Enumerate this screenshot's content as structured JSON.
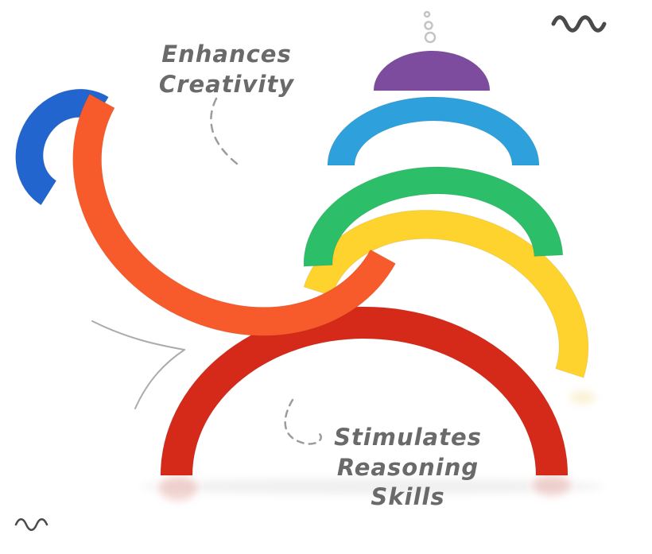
{
  "labels": {
    "creativity": {
      "line1": "Enhances",
      "line2": "Creativity"
    },
    "reasoning": {
      "line1": "Stimulates",
      "line2": "Reasoning",
      "line3": "Skills"
    }
  },
  "colors": {
    "purple": "#7E4C9E",
    "sky_blue": "#2EA0DB",
    "green": "#2CBE68",
    "yellow": "#FFD32E",
    "orange": "#F75B2B",
    "red": "#D5291A",
    "blue": "#2365CF",
    "text": "#6A6A6A",
    "connector": "#9C9C9C",
    "squiggle": "#4A4A4A",
    "bubble": "#C4C4C4",
    "accent_line": "#ABABAB"
  },
  "pieces": [
    "purple-half-circle",
    "sky-blue-arch",
    "green-arch",
    "yellow-arch",
    "orange-arch",
    "red-arch",
    "blue-arch"
  ]
}
